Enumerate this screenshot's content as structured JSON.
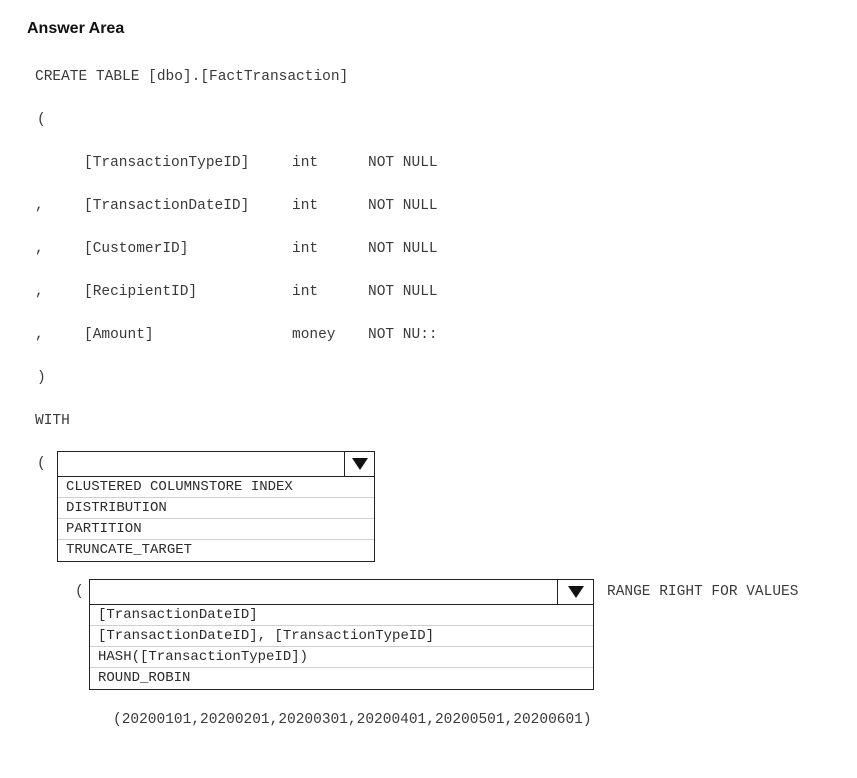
{
  "title": "Answer Area",
  "code": {
    "create_line": "CREATE TABLE [dbo].[FactTransaction]",
    "open_paren": "(",
    "close_paren": ")",
    "with": "WITH",
    "with_open": "(",
    "partition_open": "(",
    "columns": [
      {
        "prefix": "",
        "name": "[TransactionTypeID]",
        "type": "int",
        "null": "NOT NULL"
      },
      {
        "prefix": ",",
        "name": "[TransactionDateID]",
        "type": "int",
        "null": "NOT NULL"
      },
      {
        "prefix": ",",
        "name": "[CustomerID]",
        "type": "int",
        "null": "NOT NULL"
      },
      {
        "prefix": ",",
        "name": "[RecipientID]",
        "type": "int",
        "null": "NOT NULL"
      },
      {
        "prefix": ",",
        "name": "[Amount]",
        "type": "money",
        "null": "NOT NU::"
      }
    ],
    "range_text": "RANGE RIGHT FOR VALUES",
    "values_line": "(20200101,20200201,20200301,20200401,20200501,20200601)"
  },
  "dropdown1": {
    "selected": "",
    "options": [
      "CLUSTERED COLUMNSTORE INDEX",
      "DISTRIBUTION",
      "PARTITION",
      "TRUNCATE_TARGET"
    ]
  },
  "dropdown2": {
    "selected": "",
    "options": [
      "[TransactionDateID]",
      "[TransactionDateID], [TransactionTypeID]",
      "HASH([TransactionTypeID])",
      "ROUND_ROBIN"
    ]
  },
  "icons": {
    "dropdown_arrow": "triangle-down-icon"
  }
}
